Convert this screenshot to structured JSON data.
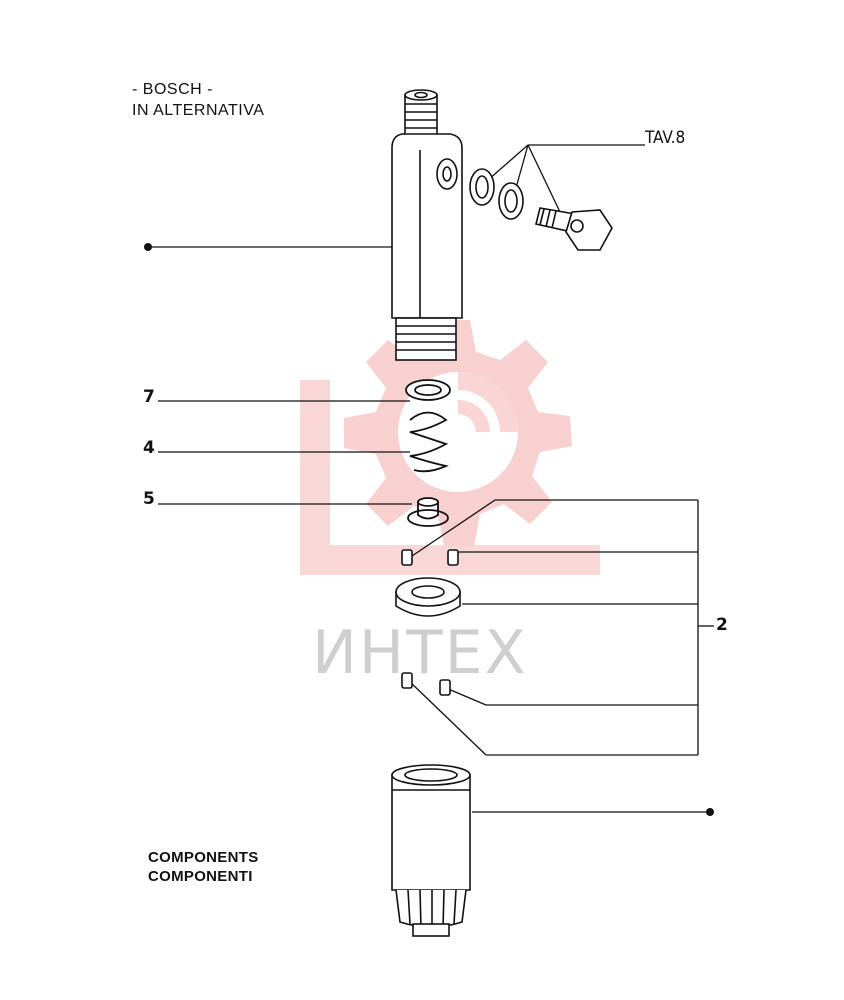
{
  "header": {
    "line1": "- BOSCH -",
    "line2": "IN ALTERNATIVA"
  },
  "reference": {
    "tav": "TAV.8"
  },
  "callouts": {
    "item7": "7",
    "item4": "4",
    "item5": "5",
    "item2": "2"
  },
  "footer": {
    "line1": "COMPONENTS",
    "line2": "COMPONENTI"
  },
  "watermark": {
    "text": "ИНТЕХ",
    "color": "#f4b3b3"
  }
}
